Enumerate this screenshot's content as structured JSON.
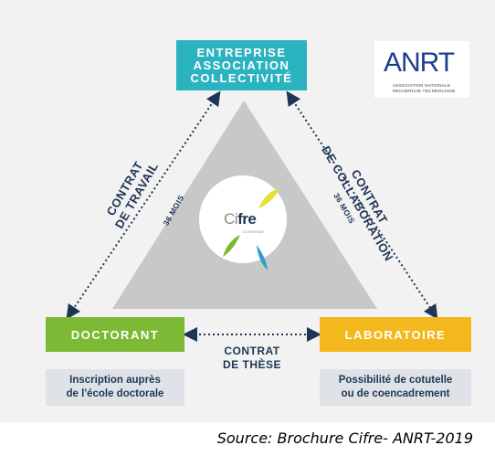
{
  "nodes": {
    "top": {
      "line1": "ENTREPRISE",
      "line2": "ASSOCIATION",
      "line3": "COLLECTIVITÉ"
    },
    "left": "DOCTORANT",
    "right": "LABORATOIRE"
  },
  "links": {
    "left": {
      "line1": "CONTRAT",
      "line2": "DE TRAVAIL",
      "duration": "36 MOIS"
    },
    "right": {
      "line1": "CONTRAT",
      "line2": "DE COLLABORATION",
      "duration": "36 MOIS"
    },
    "bottom": {
      "line1": "CONTRAT",
      "line2": "DE THÈSE"
    }
  },
  "notes": {
    "left": {
      "line1": "Inscription auprès",
      "line2": "de l'école doctorale"
    },
    "right": {
      "line1": "Possibilité de cotutelle",
      "line2": "ou de coencadrement"
    }
  },
  "logo_cifre": {
    "prefix": "Ci",
    "bold": "fre",
    "tagline": "Convention"
  },
  "logo_anrt": {
    "word": "ANRT",
    "sub1": "ASSOCIATION NATIONALE",
    "sub2": "RECHERCHE TECHNOLOGIE"
  },
  "source": "Source: Brochure Cifre- ANRT-2019",
  "colors": {
    "top_box": "#2bb3bf",
    "left_box": "#7cb934",
    "right_box": "#f3b81d",
    "triangle": "#c8c8c8",
    "text_dark": "#1f3557"
  }
}
